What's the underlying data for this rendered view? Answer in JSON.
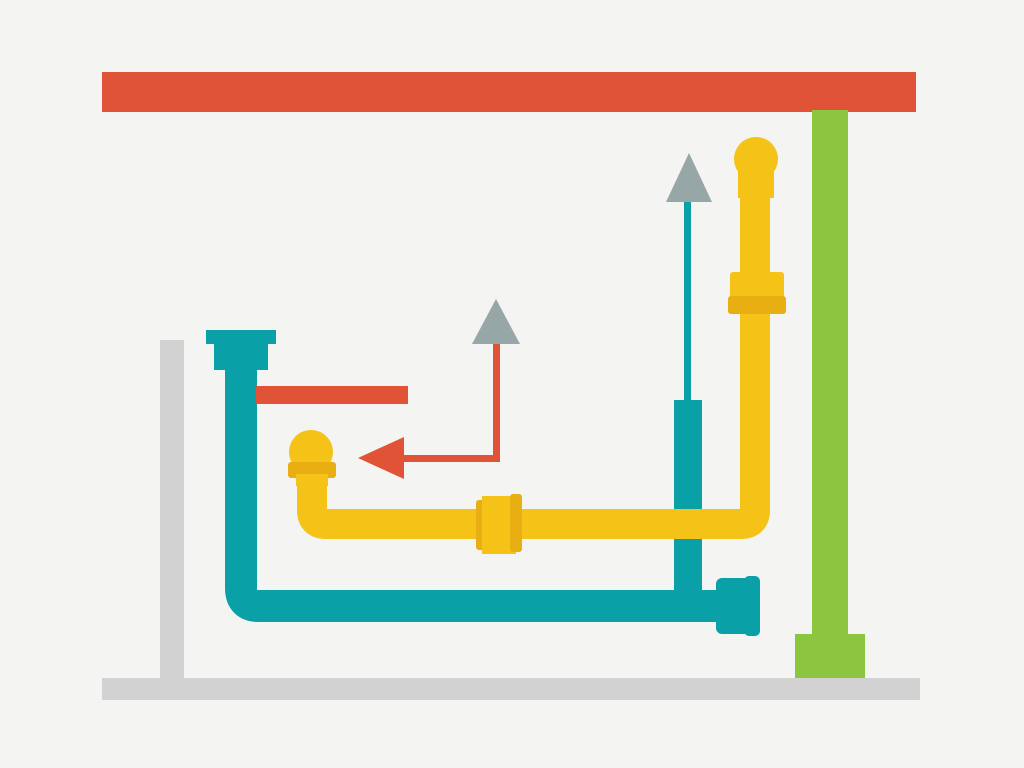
{
  "colors": {
    "background": "#f4f4f2",
    "red": "#e05336",
    "green": "#8cc63e",
    "teal": "#0aa0a8",
    "yellow": "#f5c218",
    "yellow_dark": "#e6ab10",
    "gray": "#cfcfcf",
    "arrow_gray": "#96a4a6"
  },
  "components": {
    "top_beam": "red-beam",
    "floor": "gray-floor",
    "left_post": "gray-post",
    "vertical_pipe": "green-pipe",
    "blue_pipe": "teal-pipe",
    "yellow_pipe": "yellow-pipe",
    "arrows": [
      "up-arrow",
      "up-arrow",
      "left-arrow"
    ]
  }
}
